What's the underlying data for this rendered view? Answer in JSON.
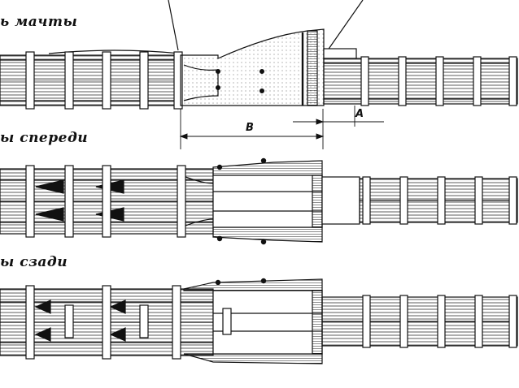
{
  "captions": {
    "side_view": "ь мачты",
    "front_view": "ы спереди",
    "rear_view": "ы сзади"
  },
  "dimensions": {
    "a": "A",
    "b": "B"
  },
  "colors": {
    "ink": "#111111",
    "paper": "#ffffff",
    "shade": "#555555"
  }
}
